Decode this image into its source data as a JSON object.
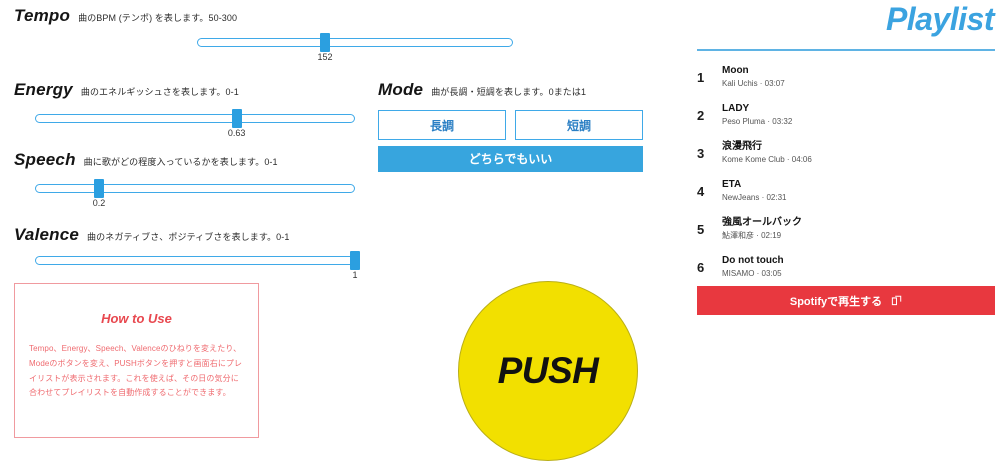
{
  "params": {
    "tempo": {
      "name": "Tempo",
      "desc": "曲のBPM (テンポ) を表します。50-300",
      "value": "152",
      "min": 50,
      "max": 300,
      "percent": 40.5
    },
    "energy": {
      "name": "Energy",
      "desc": "曲のエネルギッシュさを表します。0-1",
      "value": "0.63",
      "min": 0,
      "max": 1,
      "percent": 63
    },
    "speech": {
      "name": "Speech",
      "desc": "曲に歌がどの程度入っているかを表します。0-1",
      "value": "0.2",
      "min": 0,
      "max": 1,
      "percent": 20
    },
    "valence": {
      "name": "Valence",
      "desc": "曲のネガティブさ、ポジティブさを表します。0-1",
      "value": "1",
      "min": 0,
      "max": 1,
      "percent": 100
    }
  },
  "mode": {
    "name": "Mode",
    "desc": "曲が長調・短調を表します。0または1",
    "major_label": "長調",
    "minor_label": "短調",
    "any_label": "どちらでもいい",
    "selected": "any"
  },
  "howto": {
    "title": "How to Use",
    "body": "Tempo、Energy、Speech、Valenceのひねりを変えたり、Modeのボタンを変え、PUSHボタンを押すと画面右にプレイリストが表示されます。これを使えば、その日の気分に合わせてプレイリストを自動作成することができます。"
  },
  "push": {
    "label": "PUSH"
  },
  "playlist": {
    "title": "Playlist",
    "tracks": [
      {
        "index": "1",
        "title": "Moon",
        "meta": "Kali Uchis · 03:07"
      },
      {
        "index": "2",
        "title": "LADY",
        "meta": "Peso Pluma · 03:32"
      },
      {
        "index": "3",
        "title": "浪漫飛行",
        "meta": "Kome Kome Club · 04:06"
      },
      {
        "index": "4",
        "title": "ETA",
        "meta": "NewJeans · 02:31"
      },
      {
        "index": "5",
        "title": "強風オールバック",
        "meta": "鮎澤和彦 · 02:19"
      },
      {
        "index": "6",
        "title": "Do not touch",
        "meta": "MISAMO · 03:05"
      }
    ],
    "spotify_label": "Spotifyで再生する"
  },
  "colors": {
    "accent_blue": "#3ba3e0",
    "slider_blue": "#2b9fe0",
    "red": "#e8383f",
    "howto_pink": "#ef6b70",
    "push_yellow": "#f2e000",
    "green": "#8fce62"
  }
}
